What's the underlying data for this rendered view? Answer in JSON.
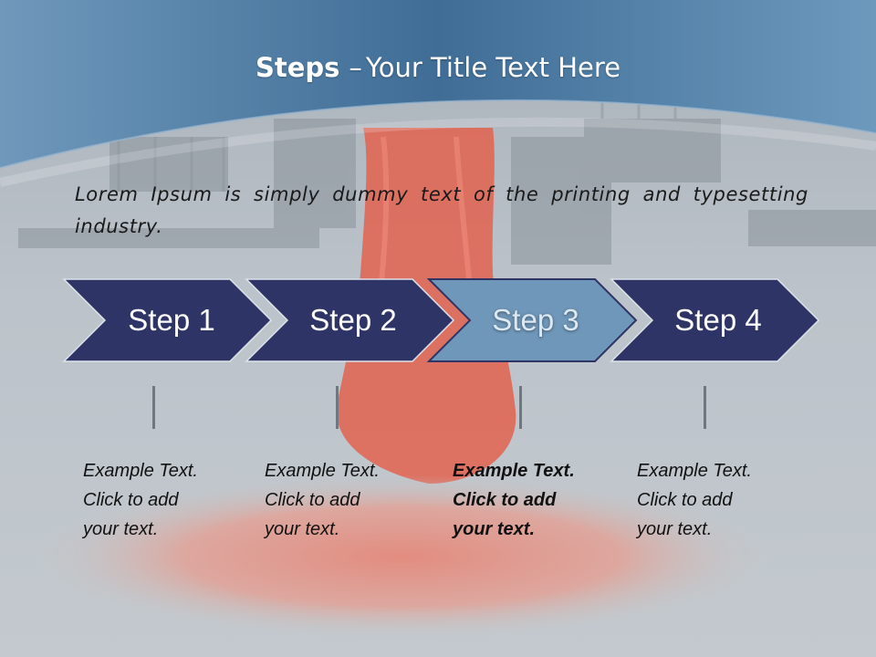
{
  "slide": {
    "title_bold": "Steps",
    "title_separator": "–",
    "title_rest": "Your Title Text Here",
    "intro": "Lorem Ipsum is simply dummy text of the printing and typesetting industry.",
    "colors": {
      "header": "#4f7da6",
      "chevron": "#2e3566",
      "chevron_active": "#6f97b9",
      "lava": "#e2614f"
    },
    "steps": [
      {
        "label": "Step 1",
        "active": false,
        "lines": [
          "Example Text.",
          "Click  to add",
          "your text."
        ]
      },
      {
        "label": "Step 2",
        "active": false,
        "lines": [
          "Example Text.",
          "Click  to add",
          "your text."
        ]
      },
      {
        "label": "Step 3",
        "active": true,
        "lines": [
          "Example Text.",
          "Click  to add",
          "your text."
        ]
      },
      {
        "label": "Step 4",
        "active": false,
        "lines": [
          "Example Text.",
          "Click  to add",
          "your text."
        ]
      }
    ]
  }
}
